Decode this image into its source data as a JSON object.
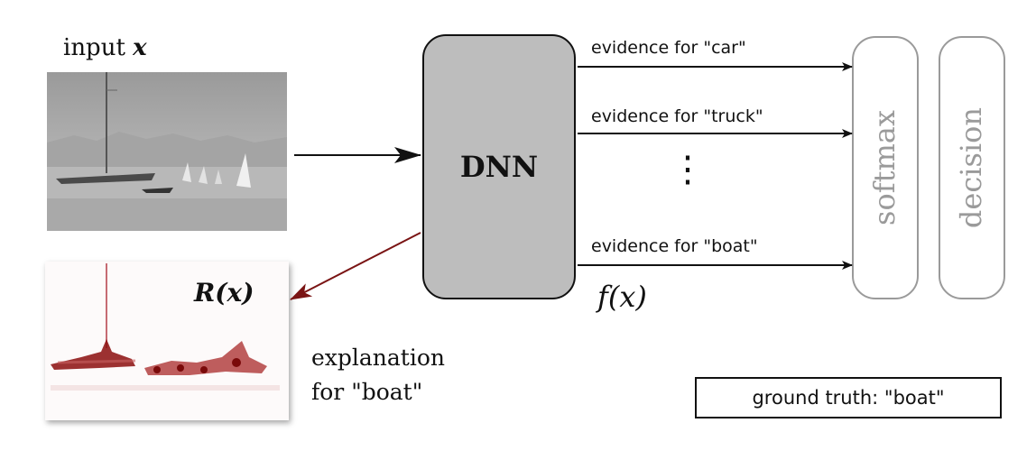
{
  "input": {
    "label_text": "input ",
    "label_var": "x"
  },
  "dnn": {
    "label": "DNN"
  },
  "evidence": [
    "evidence for \"car\"",
    "evidence for \"truck\"",
    "evidence for \"boat\""
  ],
  "ellipsis": "⋮",
  "output": {
    "label": "f(x)"
  },
  "softmax": {
    "label": "softmax"
  },
  "decision": {
    "label": "decision"
  },
  "relevance": {
    "label": "R(x)"
  },
  "explanation": {
    "line1": "explanation",
    "line2": "for \"boat\""
  },
  "ground_truth": {
    "label": "ground truth: \"boat\""
  },
  "colors": {
    "arrow_main": "#111111",
    "arrow_explain": "#7a1414",
    "box_dnn": "#bdbdbd",
    "box_muted": "#9a9a9a",
    "heat": "#8b0d0d"
  }
}
